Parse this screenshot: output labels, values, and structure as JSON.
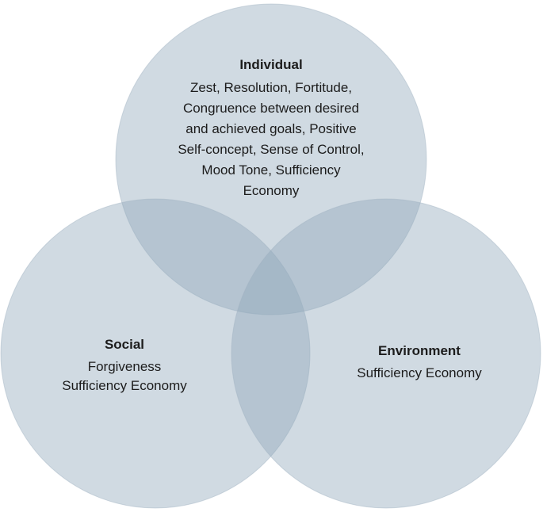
{
  "diagram": {
    "type": "venn",
    "background": "#ffffff",
    "circle_fill": "#8fa6ba",
    "circle_stroke": "#9fb2c2",
    "text_color": "#1c1c1c",
    "circles": [
      {
        "id": "individual",
        "title": "Individual",
        "lines": [
          "Zest, Resolution, Fortitude,",
          "Congruence between desired",
          "and achieved goals, Positive",
          "Self-concept, Sense of Control,",
          "Mood Tone, Sufficiency",
          "Economy"
        ]
      },
      {
        "id": "social",
        "title": "Social",
        "lines": [
          "Forgiveness",
          "Sufficiency Economy"
        ]
      },
      {
        "id": "environment",
        "title": "Environment",
        "lines": [
          "Sufficiency Economy"
        ]
      }
    ]
  }
}
